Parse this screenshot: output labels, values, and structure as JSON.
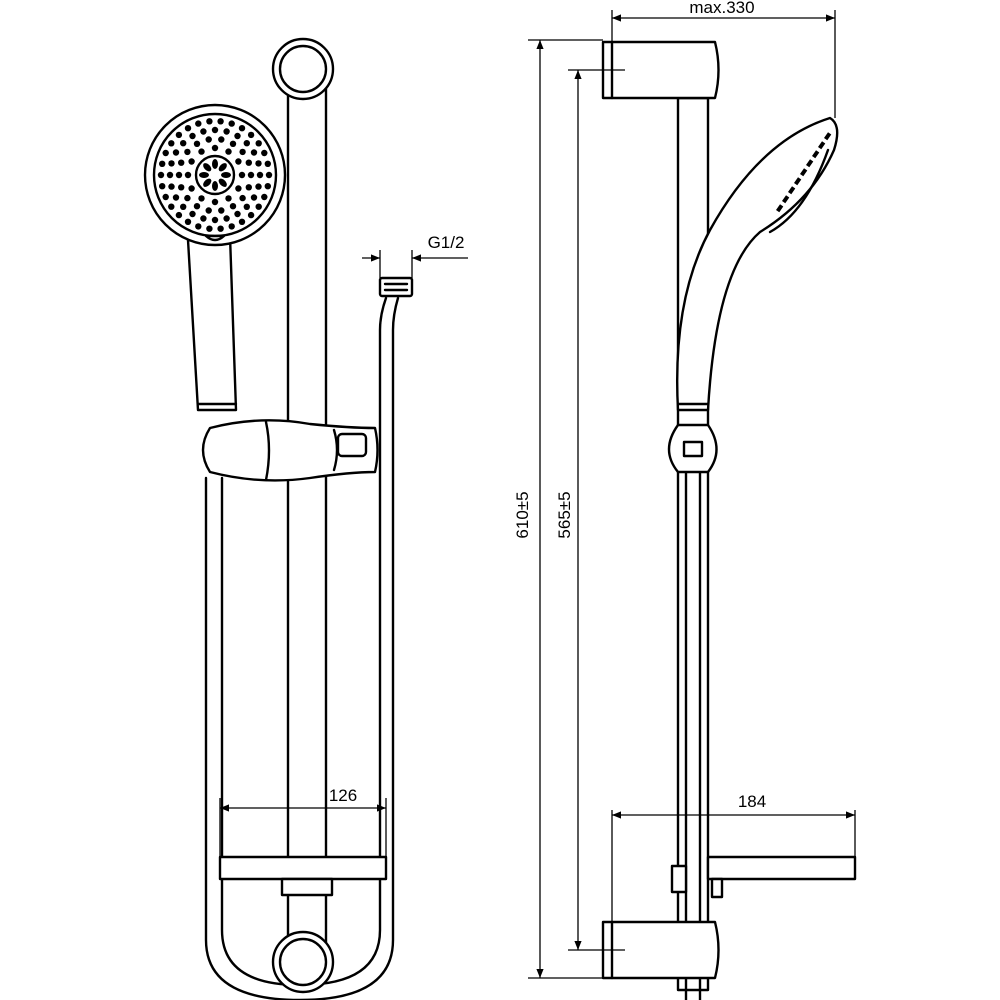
{
  "dimensions": {
    "max_width": "max.330",
    "thread": "G1/2",
    "total_height": "610±5",
    "bar_height": "565±5",
    "front_spacing": "126",
    "side_depth": "184"
  }
}
